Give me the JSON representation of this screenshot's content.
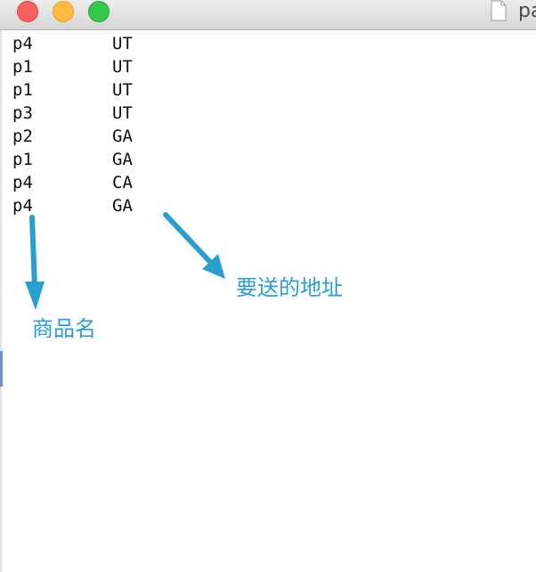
{
  "window": {
    "title": "pa"
  },
  "rows": [
    {
      "product": "p4",
      "state": "UT"
    },
    {
      "product": "p1",
      "state": "UT"
    },
    {
      "product": "p1",
      "state": "UT"
    },
    {
      "product": "p3",
      "state": "UT"
    },
    {
      "product": "p2",
      "state": "GA"
    },
    {
      "product": "p1",
      "state": "GA"
    },
    {
      "product": "p4",
      "state": "CA"
    },
    {
      "product": "p4",
      "state": "GA"
    }
  ],
  "annotations": {
    "product_label": "商品名",
    "address_label": "要送的地址"
  },
  "icons": [
    "close-icon",
    "minimize-icon",
    "maximize-icon",
    "document-icon",
    "arrow-icon"
  ],
  "colors": {
    "annotation": "#2a9fce",
    "close": "#fc605c",
    "minimize": "#fdbc40",
    "maximize": "#34c84a"
  }
}
